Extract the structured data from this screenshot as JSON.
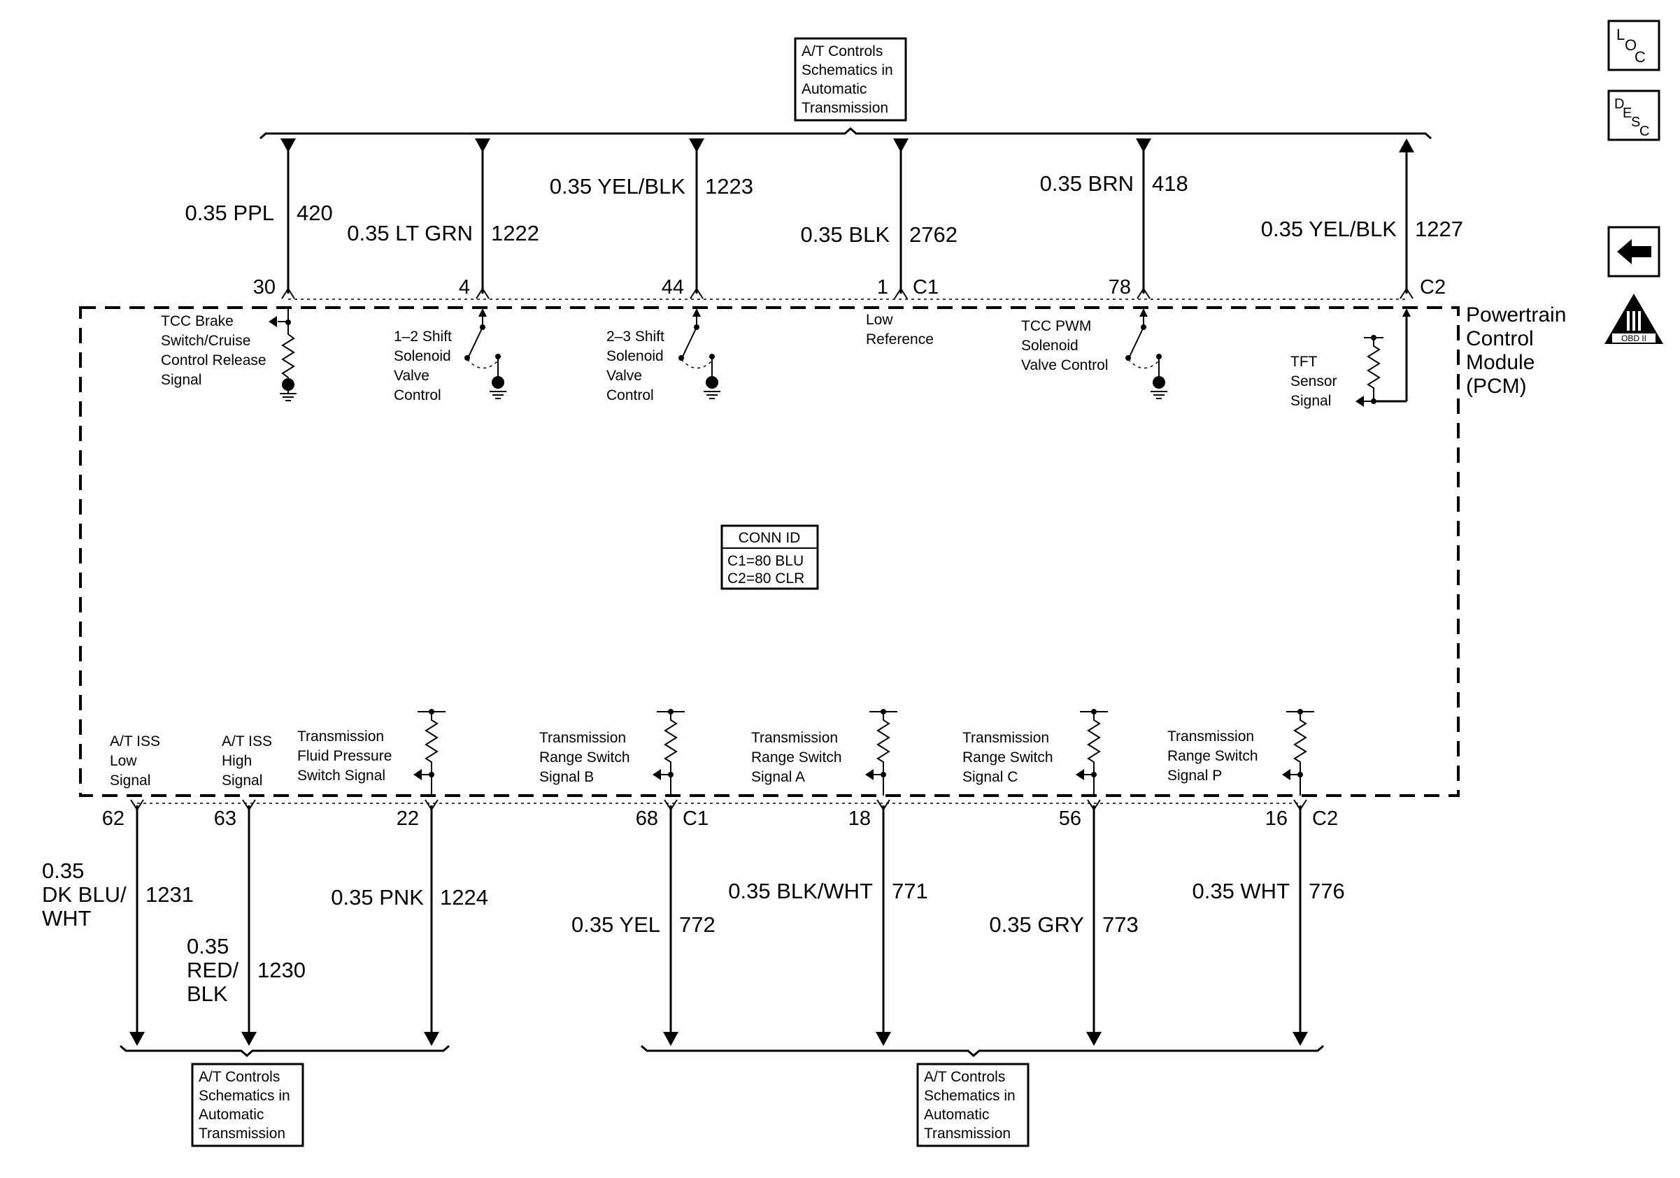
{
  "top_ref_box": {
    "lines": [
      "A/T Controls",
      "Schematics in",
      "Automatic",
      "Transmission"
    ]
  },
  "bottom_left_ref_box": {
    "lines": [
      "A/T Controls",
      "Schematics in",
      "Automatic",
      "Transmission"
    ]
  },
  "bottom_right_ref_box": {
    "lines": [
      "A/T Controls",
      "Schematics in",
      "Automatic",
      "Transmission"
    ]
  },
  "pcm": {
    "lines": [
      "Powertrain",
      "Control",
      "Module",
      "(PCM)"
    ]
  },
  "conn_id": {
    "title": "CONN ID",
    "c1": "C1=80 BLU",
    "c2": "C2=80 CLR"
  },
  "connectors": {
    "top_c1": "C1",
    "top_c2": "C2",
    "bottom_c1": "C1",
    "bottom_c2": "C2"
  },
  "nav_icons": {
    "loc": [
      "L",
      "O",
      "C"
    ],
    "desc": [
      "D",
      "E",
      "S",
      "C"
    ],
    "obd": "OBD II"
  },
  "top_wires": [
    {
      "pin": "30",
      "gauge_color": "0.35 PPL",
      "circuit": "420",
      "desc": [
        "TCC Brake",
        "Switch/Cruise",
        "Control Release",
        "Signal"
      ]
    },
    {
      "pin": "4",
      "gauge_color": "0.35 LT GRN",
      "circuit": "1222",
      "desc": [
        "1–2 Shift",
        "Solenoid",
        "Valve",
        "Control"
      ]
    },
    {
      "pin": "44",
      "gauge_color": "0.35 YEL/BLK",
      "circuit": "1223",
      "desc": [
        "2–3 Shift",
        "Solenoid",
        "Valve",
        "Control"
      ]
    },
    {
      "pin": "1",
      "gauge_color": "0.35 BLK",
      "circuit": "2762",
      "desc": [
        "Low",
        "Reference"
      ]
    },
    {
      "pin": "78",
      "gauge_color": "0.35 BRN",
      "circuit": "418",
      "desc": [
        "TCC PWM",
        "Solenoid",
        "Valve Control"
      ]
    },
    {
      "pin": "C2",
      "gauge_color": "0.35 YEL/BLK",
      "circuit": "1227",
      "desc": [
        "TFT",
        "Sensor",
        "Signal"
      ]
    }
  ],
  "bottom_wires": [
    {
      "pin": "62",
      "gauge_color": [
        "0.35",
        "DK BLU/",
        "WHT"
      ],
      "circuit": "1231",
      "desc": [
        "A/T ISS",
        "Low",
        "Signal"
      ]
    },
    {
      "pin": "63",
      "gauge_color": [
        "0.35",
        "RED/",
        "BLK"
      ],
      "circuit": "1230",
      "desc": [
        "A/T ISS",
        "High",
        "Signal"
      ]
    },
    {
      "pin": "22",
      "gauge_color": "0.35 PNK",
      "circuit": "1224",
      "desc": [
        "Transmission",
        "Fluid Pressure",
        "Switch Signal"
      ]
    },
    {
      "pin": "68",
      "gauge_color": "0.35 YEL",
      "circuit": "772",
      "desc": [
        "Transmission",
        "Range Switch",
        "Signal B"
      ]
    },
    {
      "pin": "18",
      "gauge_color": "0.35 BLK/WHT",
      "circuit": "771",
      "desc": [
        "Transmission",
        "Range Switch",
        "Signal A"
      ]
    },
    {
      "pin": "56",
      "gauge_color": "0.35 GRY",
      "circuit": "773",
      "desc": [
        "Transmission",
        "Range Switch",
        "Signal C"
      ]
    },
    {
      "pin": "16",
      "gauge_color": "0.35 WHT",
      "circuit": "776",
      "desc": [
        "Transmission",
        "Range Switch",
        "Signal P"
      ]
    }
  ]
}
